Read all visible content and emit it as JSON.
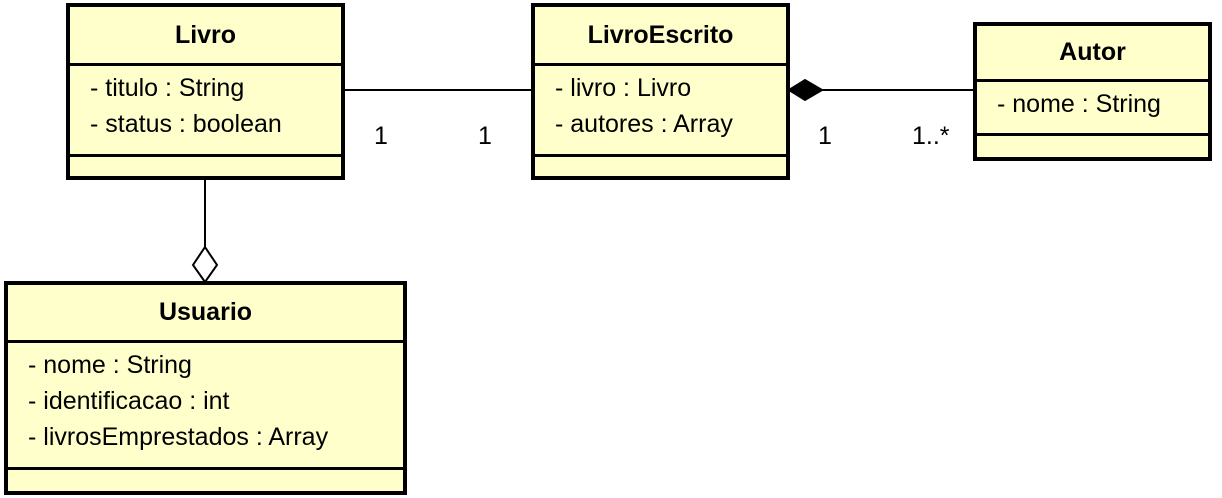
{
  "diagram": {
    "classes": {
      "livro": {
        "name": "Livro",
        "attributes": [
          "- titulo : String",
          "- status : boolean"
        ]
      },
      "livro_escrito": {
        "name": "LivroEscrito",
        "attributes": [
          "- livro : Livro",
          "- autores : Array"
        ]
      },
      "autor": {
        "name": "Autor",
        "attributes": [
          "- nome : String"
        ]
      },
      "usuario": {
        "name": "Usuario",
        "attributes": [
          "- nome : String",
          "- identificacao : int",
          "- livrosEmprestados : Array"
        ]
      }
    },
    "relations": {
      "livro_livroescrito": {
        "type": "association",
        "source_multiplicity": "1",
        "target_multiplicity": "1"
      },
      "livroescrito_autor": {
        "type": "composition",
        "source_multiplicity": "1",
        "target_multiplicity": "1..*"
      },
      "livro_usuario": {
        "type": "aggregation"
      }
    }
  }
}
